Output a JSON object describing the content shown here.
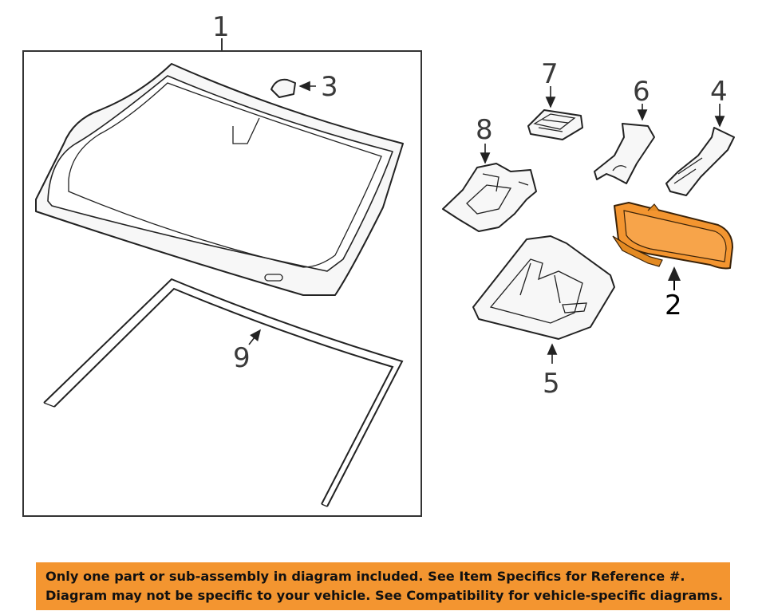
{
  "diagram": {
    "callouts": {
      "c1": "1",
      "c2": "2",
      "c3": "3",
      "c4": "4",
      "c5": "5",
      "c6": "6",
      "c7": "7",
      "c8": "8",
      "c9": "9"
    },
    "highlight_color": "#f39530",
    "highlighted_part": "2"
  },
  "notice": {
    "line1": "Only one part or sub-assembly in diagram included. See Item Specifics for Reference #.",
    "line2": "Diagram may not be specific to your vehicle. See Compatibility for vehicle-specific diagrams.",
    "background_color": "#f39530"
  }
}
